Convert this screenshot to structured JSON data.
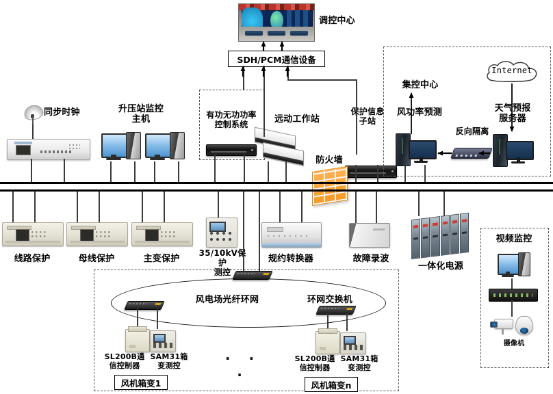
{
  "diagram": {
    "title_nodes": {
      "control_center": "调控中心",
      "sdh_pcm": "SDH/PCM通信设备",
      "sync_clock": "同步时钟",
      "booster_host": "升压站监控\n主机",
      "pq_control": "有功无功功率\n控制系统",
      "telecontrol_ws": "远动工作站",
      "protection_substation": "保护信息\n子站",
      "firewall": "防火墙",
      "wind_power_forecast": "风功率预测",
      "central_control": "集控中心",
      "reverse_isolation": "反向隔离",
      "weather_server": "天气预报\n服务器",
      "internet": "Internet",
      "line_protection": "线路保护",
      "bus_protection": "母线保护",
      "main_tx_protection": "主变保护",
      "kv_protection": "35/10kV保护\n测控",
      "protocol_converter": "规约转换器",
      "fault_recorder": "故障录波",
      "integrated_power": "一体化电源",
      "video_monitor": "视频监控",
      "camera": "摄像机",
      "fiber_ring": "风电场光纤环网",
      "ring_switch": "环网交换机",
      "sl200b_1": "SL200B通\n信控制器",
      "sam31_1": "SAM31箱\n变测控",
      "box_tx_1": "风机箱变1",
      "sl200b_n": "SL200B通\n信控制器",
      "sam31_n": "SAM31箱\n变测控",
      "box_tx_n": "风机箱变n",
      "ellipsis": "· · ·"
    },
    "colors": {
      "bus": "#000000",
      "wire": "#3a3a3a",
      "dashed_border": "#555555",
      "firewall": "#f59a23",
      "screen_blue": "#7fb8e6",
      "text": "#000000"
    }
  }
}
